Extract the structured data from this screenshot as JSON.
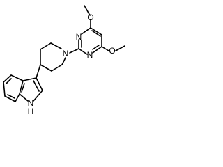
{
  "atoms": {
    "N_pyrimidine_top": "N",
    "N_pyrimidine_left": "N",
    "O_methoxy_top": "O",
    "O_methoxy_right": "O",
    "N_piperidine": "N",
    "N_indole": "N",
    "H_indole": "H"
  },
  "colors": {
    "bond": "#000000",
    "label": "#000000",
    "background": "#ffffff"
  }
}
